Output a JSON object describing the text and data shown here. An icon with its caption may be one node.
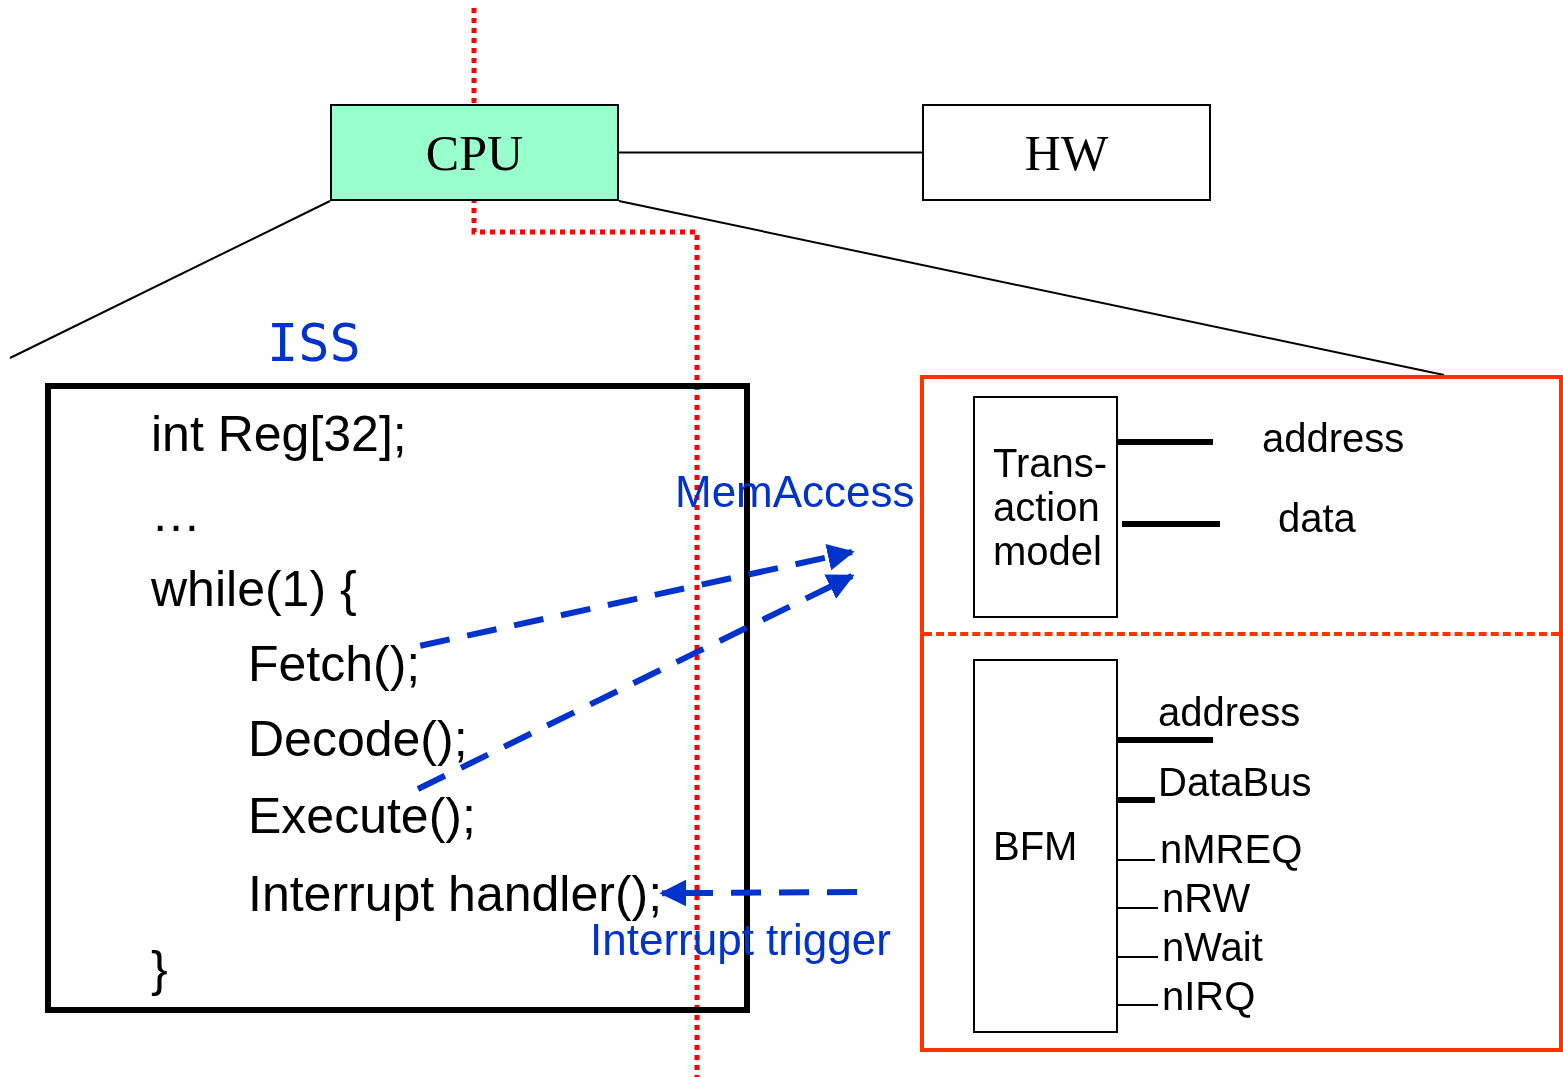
{
  "diagram": {
    "nodes": [
      {
        "text": [
          "CPU"
        ]
      },
      {
        "text": [
          "HW"
        ]
      },
      {
        "text": [
          "ISS"
        ]
      },
      {
        "text": [
          "int Reg[32];"
        ],
        "in": 2
      },
      {
        "text": [
          "…"
        ],
        "in": 2
      },
      {
        "text": [
          "while(1) {"
        ],
        "in": 2
      },
      {
        "text": [
          "Fetch();"
        ],
        "in": 2
      },
      {
        "text": [
          "Decode();"
        ],
        "in": 2
      },
      {
        "text": [
          "Execute();"
        ],
        "in": 2
      },
      {
        "text": [
          "Interrupt handler();"
        ],
        "in": 2
      },
      {
        "text": [
          "}"
        ],
        "in": 2
      },
      {
        "text": [],
        "shape": "box"
      },
      {
        "text": [
          "Trans- action model"
        ],
        "in": 11
      },
      {
        "text": [
          "BFM"
        ],
        "in": 11
      }
    ],
    "edges": [
      {
        "from": 0,
        "to": 1,
        "arrow": "none"
      },
      {
        "from": 0,
        "to": 11,
        "arrow": "none"
      },
      {
        "from": 0,
        "to": null,
        "arrow": "none"
      },
      {
        "from": 6,
        "to": null,
        "arrow": "to",
        "label": "MemAccess",
        "style": "dashed",
        "color": "#0033cc"
      },
      {
        "from": 8,
        "to": null,
        "arrow": "to",
        "style": "dashed",
        "color": "#0033cc"
      },
      {
        "from": null,
        "to": 9,
        "arrow": "to",
        "label": "Interrupt trigger",
        "style": "dashed",
        "color": "#0033cc"
      }
    ],
    "labels": [
      "address",
      "data",
      "address",
      "DataBus",
      "nMREQ",
      "nRW",
      "nWait",
      "nIRQ"
    ]
  }
}
